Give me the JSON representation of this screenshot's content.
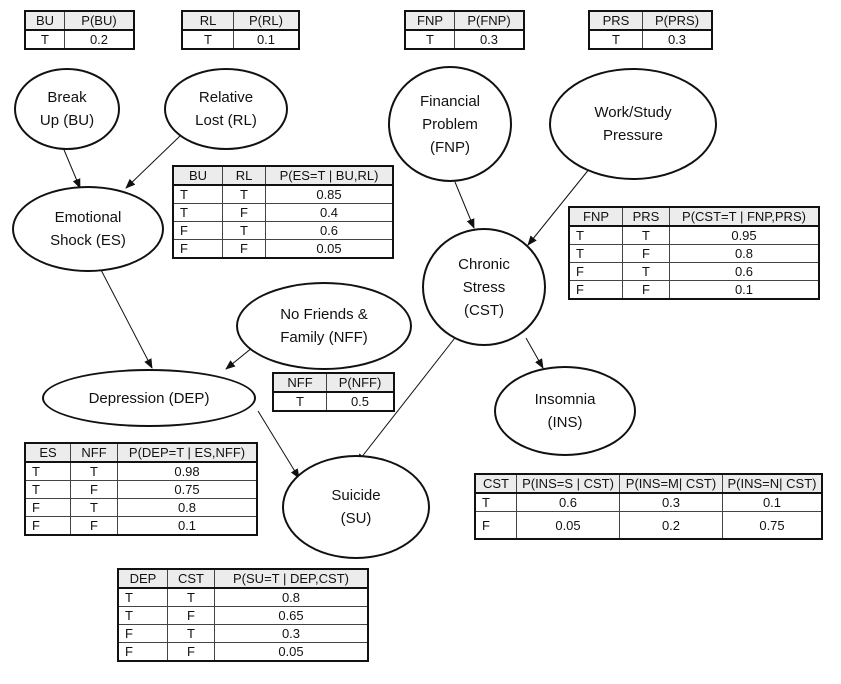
{
  "nodes": {
    "bu": {
      "label": "Break\nUp (BU)"
    },
    "rl": {
      "label": "Relative\nLost (RL)"
    },
    "fnp": {
      "label": "Financial\nProblem\n(FNP)"
    },
    "prs": {
      "label": "Work/Study\nPressure"
    },
    "es": {
      "label": "Emotional\nShock (ES)"
    },
    "cst": {
      "label": "Chronic\nStress\n(CST)"
    },
    "nff": {
      "label": "No Friends &\nFamily (NFF)"
    },
    "dep": {
      "label": "Depression (DEP)"
    },
    "ins": {
      "label": "Insomnia\n(INS)"
    },
    "su": {
      "label": "Suicide\n(SU)"
    }
  },
  "tables": {
    "bu": {
      "headers": [
        "BU",
        "P(BU)"
      ],
      "rows": [
        [
          "T",
          "0.2"
        ]
      ]
    },
    "rl": {
      "headers": [
        "RL",
        "P(RL)"
      ],
      "rows": [
        [
          "T",
          "0.1"
        ]
      ]
    },
    "fnp": {
      "headers": [
        "FNP",
        "P(FNP)"
      ],
      "rows": [
        [
          "T",
          "0.3"
        ]
      ]
    },
    "prs": {
      "headers": [
        "PRS",
        "P(PRS)"
      ],
      "rows": [
        [
          "T",
          "0.3"
        ]
      ]
    },
    "es": {
      "headers": [
        "BU",
        "RL",
        "P(ES=T | BU,RL)"
      ],
      "rows": [
        [
          "T",
          "T",
          "0.85"
        ],
        [
          "T",
          "F",
          "0.4"
        ],
        [
          "F",
          "T",
          "0.6"
        ],
        [
          "F",
          "F",
          "0.05"
        ]
      ]
    },
    "cst": {
      "headers": [
        "FNP",
        "PRS",
        "P(CST=T | FNP,PRS)"
      ],
      "rows": [
        [
          "T",
          "T",
          "0.95"
        ],
        [
          "T",
          "F",
          "0.8"
        ],
        [
          "F",
          "T",
          "0.6"
        ],
        [
          "F",
          "F",
          "0.1"
        ]
      ]
    },
    "nff": {
      "headers": [
        "NFF",
        "P(NFF)"
      ],
      "rows": [
        [
          "T",
          "0.5"
        ]
      ]
    },
    "dep": {
      "headers": [
        "ES",
        "NFF",
        "P(DEP=T | ES,NFF)"
      ],
      "rows": [
        [
          "T",
          "T",
          "0.98"
        ],
        [
          "T",
          "F",
          "0.75"
        ],
        [
          "F",
          "T",
          "0.8"
        ],
        [
          "F",
          "F",
          "0.1"
        ]
      ]
    },
    "ins": {
      "headers": [
        "CST",
        "P(INS=S | CST)",
        "P(INS=M| CST)",
        "P(INS=N| CST)"
      ],
      "rows": [
        [
          "T",
          "0.6",
          "0.3",
          "0.1"
        ],
        [
          "F",
          "0.05",
          "0.2",
          "0.75"
        ]
      ]
    },
    "su": {
      "headers": [
        "DEP",
        "CST",
        "P(SU=T | DEP,CST)"
      ],
      "rows": [
        [
          "T",
          "T",
          "0.8"
        ],
        [
          "T",
          "F",
          "0.65"
        ],
        [
          "F",
          "T",
          "0.3"
        ],
        [
          "F",
          "F",
          "0.05"
        ]
      ]
    }
  }
}
